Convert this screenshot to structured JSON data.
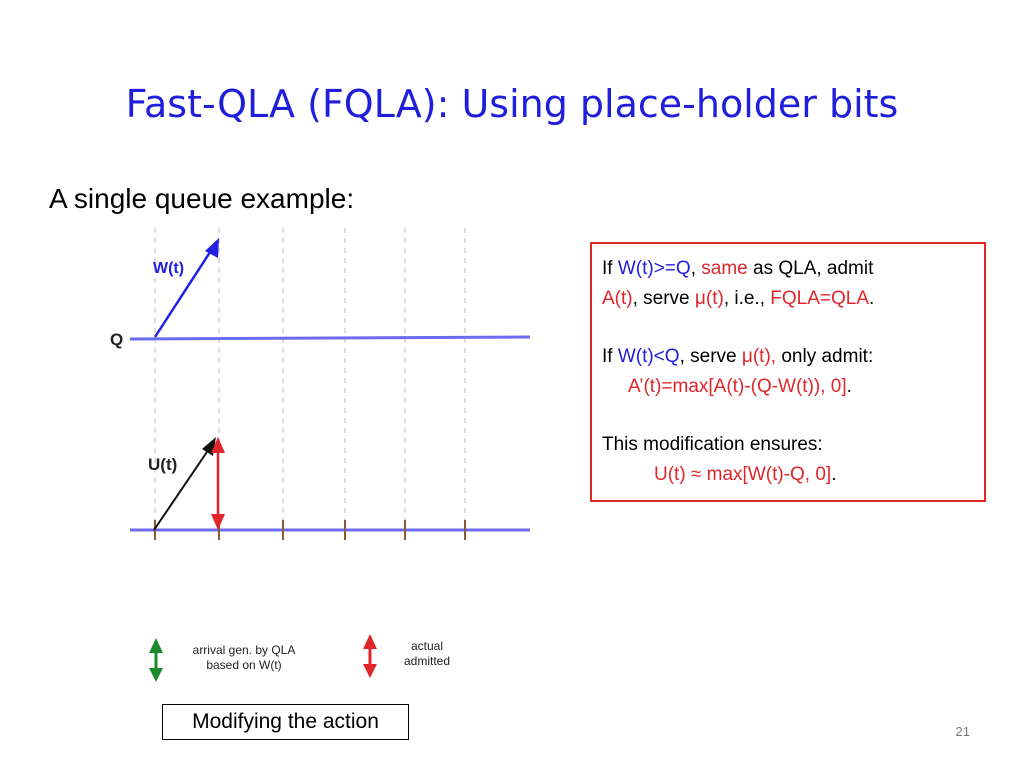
{
  "slide": {
    "title": "Fast-QLA (FQLA): Using place-holder bits",
    "subtitle": "A single queue example:",
    "page_number": "21"
  },
  "diagram": {
    "top_arrow_label": "W(t)",
    "queue_label": "Q",
    "bottom_arrow_label": "U(t)",
    "legend": {
      "green_label_line1": "arrival gen. by QLA",
      "green_label_line2": "based on W(t)",
      "red_label_line1": "actual",
      "red_label_line2": "admitted"
    },
    "colors": {
      "line": "#6b6bf0",
      "green_arrow": "#1e8a2e",
      "red_arrow": "#e0262b",
      "blue_arrow": "#2020e0",
      "black_arrow": "#111111",
      "tick": "#8b5a3c"
    },
    "caption": "Modifying the action"
  },
  "box": {
    "l1_if": "If ",
    "l1_cond": "W(t)>=Q",
    "l1_comma": ", ",
    "l1_same": "same",
    "l1_rest": " as QLA, admit",
    "l2_at": "A(t)",
    "l2_serve": ", serve ",
    "l2_mu": "μ(t)",
    "l2_ie": ", i.e., ",
    "l2_fqla": "FQLA=QLA",
    "l2_dot": ".",
    "l3_if": "If ",
    "l3_cond": "W(t)<Q",
    "l3_serve": ", serve ",
    "l3_mu": "μ(t),",
    "l3_rest": " only admit:",
    "l4_formula": "A’(t)=max[A(t)-(Q-W(t)), 0]",
    "l4_dot": ".",
    "l5_text": "This modification ensures:",
    "l6_formula": "U(t) ≈ max[W(t)-Q, 0]",
    "l6_dot": "."
  }
}
